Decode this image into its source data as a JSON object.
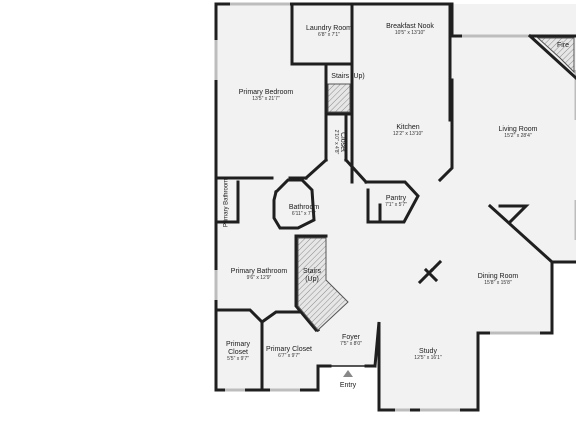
{
  "rooms": {
    "laundry": {
      "name": "Laundry Room",
      "dims": "6'8\" x 7'1\""
    },
    "breakfast": {
      "name": "Breakfast Nook",
      "dims": "10'5\" x 13'10\""
    },
    "fire": {
      "name": "Fire"
    },
    "stairs_top": {
      "name": "Stairs (Up)"
    },
    "primary_bedroom": {
      "name": "Primary Bedroom",
      "dims": "13'5\" x 21'7\""
    },
    "closet": {
      "name": "Closet",
      "dims": "2'10\" x 4'8\""
    },
    "kitchen": {
      "name": "Kitchen",
      "dims": "12'2\" x 13'10\""
    },
    "living": {
      "name": "Living Room",
      "dims": "15'2\" x 28'4\""
    },
    "bathroom": {
      "name": "Bathroom",
      "dims": "6'11\" x 7'1\""
    },
    "pantry": {
      "name": "Pantry",
      "dims": "7'1\" x 5'7\""
    },
    "primary_bathroom_small": {
      "name": "Primary Bathroom"
    },
    "stairs_mid": {
      "name": "Stairs (Up)"
    },
    "primary_bathroom": {
      "name": "Primary Bathroom",
      "dims": "9'6\" x 12'9\""
    },
    "dining": {
      "name": "Dining Room",
      "dims": "15'8\" x 15'8\""
    },
    "primary_closet_left": {
      "name": "Primary Closet",
      "dims": "5'5\" x 9'7\""
    },
    "primary_closet_right": {
      "name": "Primary Closet",
      "dims": "6'7\" x 9'7\""
    },
    "foyer": {
      "name": "Foyer",
      "dims": "7'5\" x 8'0\""
    },
    "study": {
      "name": "Study",
      "dims": "12'5\" x 16'1\""
    }
  },
  "entry": {
    "label": "Entry"
  },
  "colors": {
    "wall": "#1f1f1f",
    "floor": "#f2f2f2",
    "window": "#bdbdbd"
  }
}
